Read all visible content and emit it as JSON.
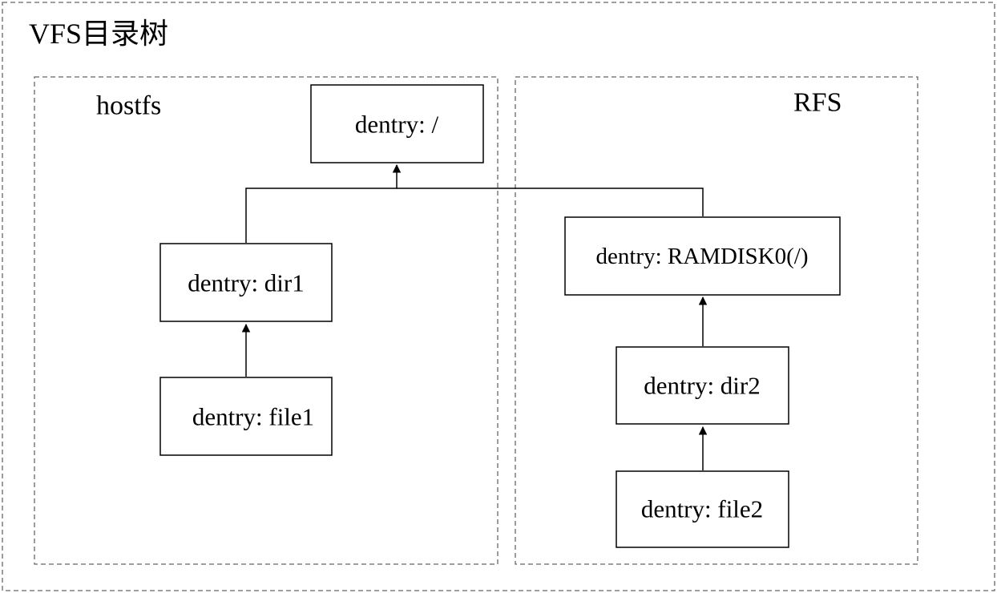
{
  "diagram": {
    "title": "VFS目录树",
    "regions": {
      "hostfs": "hostfs",
      "rfs": "RFS"
    },
    "nodes": {
      "root": "dentry: /",
      "dir1": "dentry: dir1",
      "file1": "dentry: file1",
      "ramdisk0": "dentry: RAMDISK0(/)",
      "dir2": "dentry: dir2",
      "file2": "dentry: file2"
    },
    "edges": [
      {
        "from": "dir1",
        "to": "root"
      },
      {
        "from": "ramdisk0",
        "to": "root"
      },
      {
        "from": "file1",
        "to": "dir1"
      },
      {
        "from": "dir2",
        "to": "ramdisk0"
      },
      {
        "from": "file2",
        "to": "dir2"
      }
    ],
    "colors": {
      "frame": "#666666",
      "box": "#000000",
      "text": "#000000"
    }
  }
}
